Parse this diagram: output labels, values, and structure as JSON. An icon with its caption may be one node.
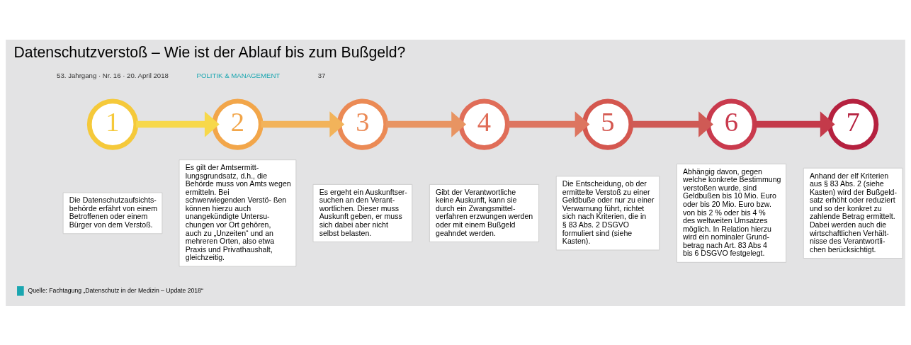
{
  "diagram": {
    "title": "Datenschutzverstoß – Wie ist der Ablauf bis zum Bußgeld?",
    "nodes": [
      {
        "text": [
          "1"
        ]
      },
      {
        "text": [
          "Die Datenschutzaufsichts- behörde erfährt von einem Betroffenen oder einem Bürger von dem Verstoß."
        ]
      },
      {
        "text": [
          "2"
        ]
      },
      {
        "text": [
          "Es gilt der Amtsermitt- lungsgrundsatz, d.h., die Behörde muss von Amts wegen ermitteln. Bei schwerwiegenden Verstö- ßen können hierzu auch unangekündigte Untersu- chungen vor Ort gehören, auch zu „Unzeiten“ und an mehreren Orten, also etwa Praxis und Privathaushalt, gleichzeitig."
        ]
      },
      {
        "text": [
          "3"
        ]
      },
      {
        "text": [
          "Es ergeht ein Auskunftser- suchen an den Verant- wortlichen. Dieser muss Auskunft geben, er muss sich dabei aber nicht selbst belasten."
        ]
      },
      {
        "text": [
          "4"
        ]
      },
      {
        "text": [
          "Gibt der Verantwortliche keine Auskunft, kann sie durch ein Zwangsmittel- verfahren erzwungen werden oder mit einem Bußgeld geahndet werden."
        ]
      },
      {
        "text": [
          "5"
        ]
      },
      {
        "text": [
          "Die Entscheidung, ob der ermittelte Verstoß zu einer Geldbuße oder nur zu einer Verwarnung führt, richtet sich nach Kriterien, die in § 83 Abs. 2 DSGVO formuliert sind (siehe Kasten)."
        ]
      },
      {
        "text": [
          "6"
        ]
      },
      {
        "text": [
          "Abhängig davon, gegen welche konkrete Bestimmung verstoßen wurde, sind Geldbußen bis 10 Mio. Euro oder bis 20 Mio. Euro bzw. von bis 2 % oder bis 4 % des weltweiten Umsatzes möglich. In Relation hierzu wird ein nominaler Grund- betrag nach Art. 83 Abs 4 bis 6 DSGVO festgelegt."
        ]
      },
      {
        "text": [
          "7"
        ]
      },
      {
        "text": [
          "Anhand der elf Kriterien aus § 83 Abs. 2 (siehe Kasten) wird der Bußgeld- satz erhöht oder reduziert und so der konkret zu zahlende Betrag ermittelt. Dabei werden auch die wirtschaftlichen Verhält- nisse des Verantwortli- chen berücksichtigt."
        ]
      }
    ],
    "edges": [
      {
        "from": 0,
        "to": 2,
        "arrow": "to",
        "color": "#f7d84a"
      },
      {
        "from": 2,
        "to": 4,
        "arrow": "to",
        "color": "#f2b35a"
      },
      {
        "from": 4,
        "to": 6,
        "arrow": "to",
        "color": "#e89462"
      },
      {
        "from": 6,
        "to": 8,
        "arrow": "to",
        "color": "#dd7560"
      },
      {
        "from": 8,
        "to": 10,
        "arrow": "to",
        "color": "#cf5a55"
      },
      {
        "from": 10,
        "to": 12,
        "arrow": "to",
        "color": "#c43a4a"
      }
    ],
    "labels": [
      "53. Jahrgang · Nr. 16 · 20. April 2018",
      "POLITIK & MANAGEMENT",
      "37"
    ],
    "legend": [
      {
        "text": "Quelle: Fachtagung „Datenschutz in der Medizin – Update 2018“",
        "color": "#1aa6b0"
      }
    ]
  }
}
